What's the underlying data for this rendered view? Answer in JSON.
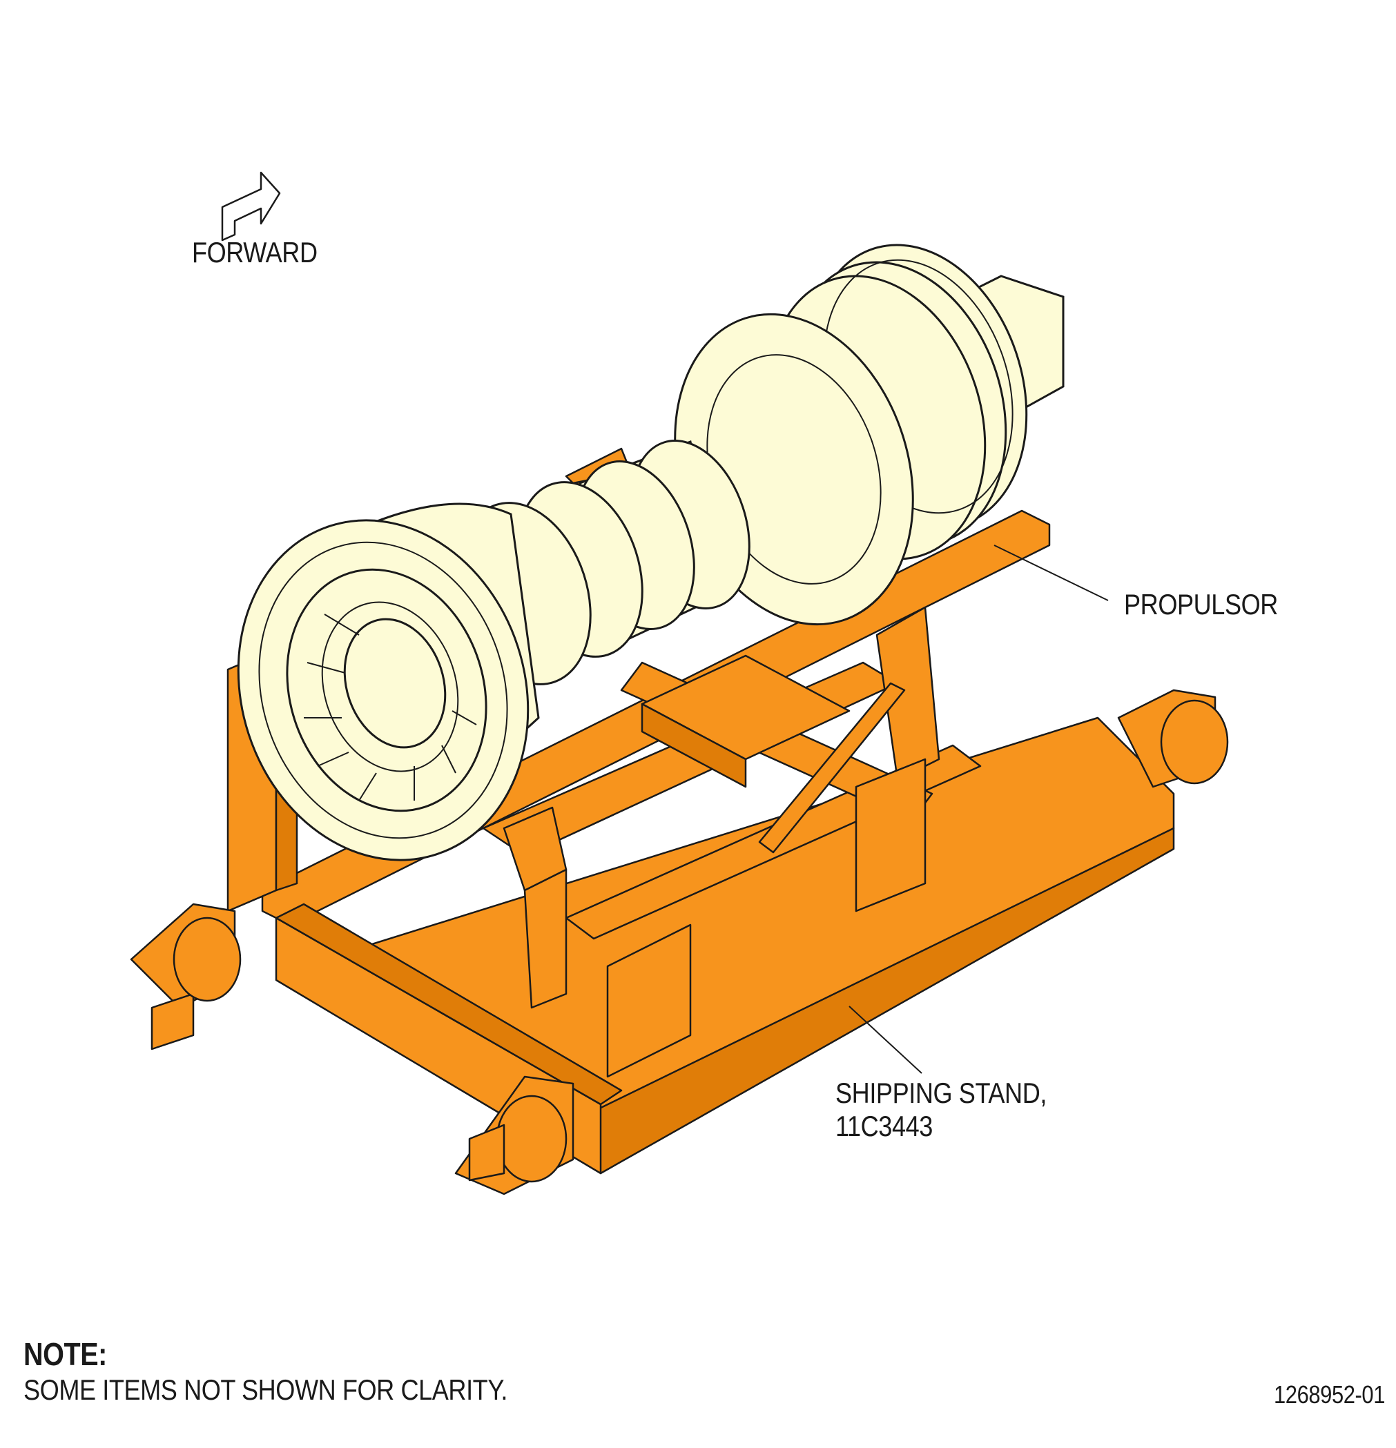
{
  "orientation": {
    "label": "FORWARD",
    "icon": "forward-arrow-icon"
  },
  "callouts": {
    "propulsor": "PROPULSOR",
    "stand_line1": "SHIPPING STAND,",
    "stand_line2": "11C3443"
  },
  "note": {
    "title": "NOTE:",
    "text": "SOME ITEMS NOT SHOWN FOR CLARITY."
  },
  "drawing_number": "1268952-01",
  "colors": {
    "stand": "#f7941d",
    "engine": "#fdfbd6",
    "outline": "#1a1a1a"
  }
}
